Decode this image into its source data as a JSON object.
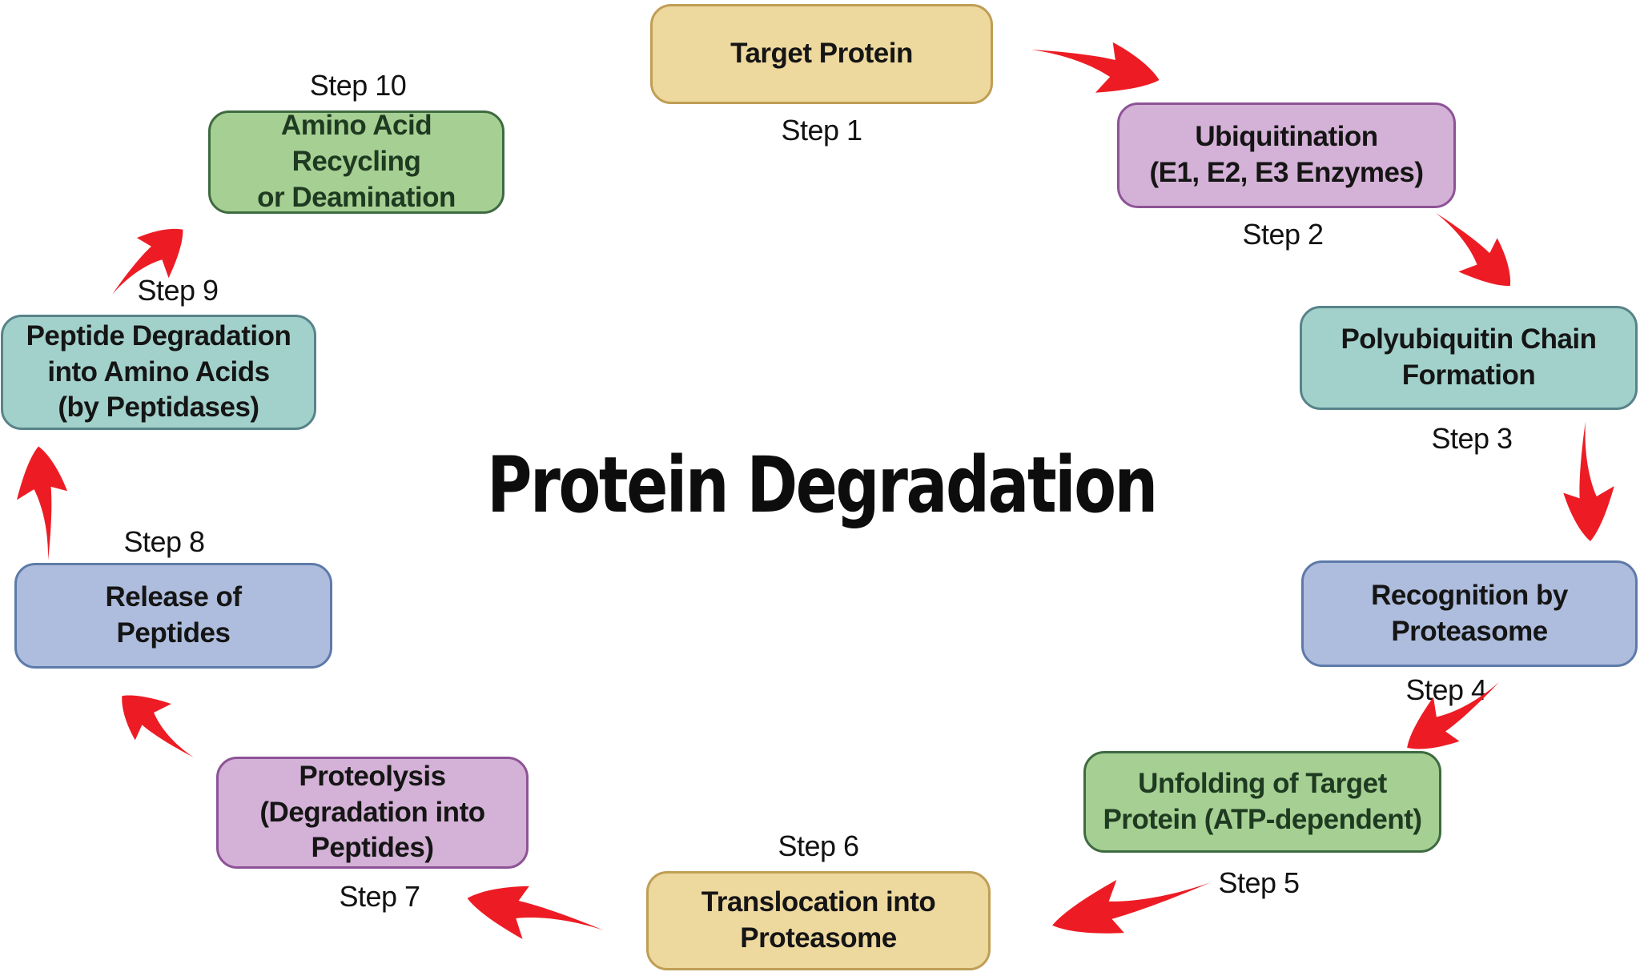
{
  "title": "Protein Degradation",
  "arrow_color": "#ed1c24",
  "palette": {
    "tan": {
      "fill": "#edd89e",
      "border": "#bf9e55",
      "text": "#151515"
    },
    "purple": {
      "fill": "#d4b1d6",
      "border": "#8d5396",
      "text": "#151515"
    },
    "teal": {
      "fill": "#a2d1cb",
      "border": "#58838a",
      "text": "#151515"
    },
    "blue": {
      "fill": "#aebddd",
      "border": "#5d7aa9",
      "text": "#151515"
    },
    "green": {
      "fill": "#a6cf93",
      "border": "#3e6a40",
      "text": "#1e3a20"
    }
  },
  "steps": [
    {
      "label": "Step 1",
      "box": "Target Protein",
      "color": "tan"
    },
    {
      "label": "Step 2",
      "box": "Ubiquitination\n(E1, E2, E3 Enzymes)",
      "color": "purple"
    },
    {
      "label": "Step 3",
      "box": "Polyubiquitin Chain\nFormation",
      "color": "teal"
    },
    {
      "label": "Step 4",
      "box": "Recognition by\nProteasome",
      "color": "blue"
    },
    {
      "label": "Step 5",
      "box": "Unfolding of Target\nProtein (ATP-dependent)",
      "color": "green"
    },
    {
      "label": "Step 6",
      "box": "Translocation into\nProteasome",
      "color": "tan"
    },
    {
      "label": "Step 7",
      "box": "Proteolysis\n(Degradation into\nPeptides)",
      "color": "purple"
    },
    {
      "label": "Step 8",
      "box": "Release of\nPeptides",
      "color": "blue"
    },
    {
      "label": "Step 9",
      "box": "Peptide Degradation\ninto Amino Acids\n(by Peptidases)",
      "color": "teal"
    },
    {
      "label": "Step 10",
      "box": "Amino Acid Recycling\nor Deamination",
      "color": "green"
    }
  ],
  "flow": [
    [
      1,
      2
    ],
    [
      2,
      3
    ],
    [
      3,
      4
    ],
    [
      4,
      5
    ],
    [
      5,
      6
    ],
    [
      6,
      7
    ],
    [
      7,
      8
    ],
    [
      8,
      9
    ],
    [
      9,
      10
    ]
  ]
}
